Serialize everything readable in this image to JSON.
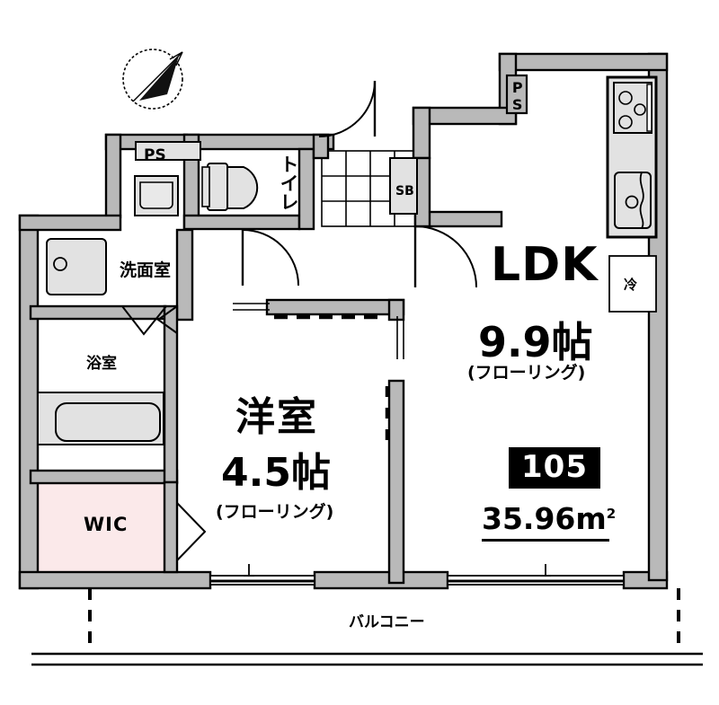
{
  "plan": {
    "unit_number": "105",
    "total_area": "35.96m",
    "area_unit_sup": "2",
    "compass": "compass-north-arrow",
    "colors": {
      "wall_fill": "#b9b9b9",
      "wall_stroke": "#000000",
      "fixture_fill": "#e2e2e2",
      "wic_fill": "#fbe9ea",
      "background": "#ffffff",
      "badge_bg": "#000000",
      "badge_text": "#ffffff"
    }
  },
  "rooms": {
    "ldk": {
      "name": "LDK",
      "size": "9.9帖",
      "flooring": "(フローリング)"
    },
    "bedroom": {
      "name": "洋室",
      "size": "4.5帖",
      "flooring": "(フローリング)"
    },
    "washroom": {
      "name": "洗面室"
    },
    "bathroom": {
      "name": "浴室"
    },
    "closet": {
      "name": "WIC"
    },
    "toilet": {
      "name": "トイレ"
    },
    "balcony": {
      "name": "バルコニー"
    }
  },
  "labels": {
    "pipe_shaft_left": "PS",
    "pipe_shaft_right": "PS",
    "shoe_box": "SB",
    "refrigerator": "冷"
  },
  "fixtures": [
    {
      "name": "kitchen-stove",
      "burners": 3
    },
    {
      "name": "kitchen-sink"
    },
    {
      "name": "refrigerator-space"
    },
    {
      "name": "bathtub"
    },
    {
      "name": "washbasin"
    },
    {
      "name": "washing-machine-pan"
    },
    {
      "name": "toilet-fixture"
    },
    {
      "name": "entrance-tiles"
    },
    {
      "name": "shoe-box-cabinet"
    }
  ]
}
